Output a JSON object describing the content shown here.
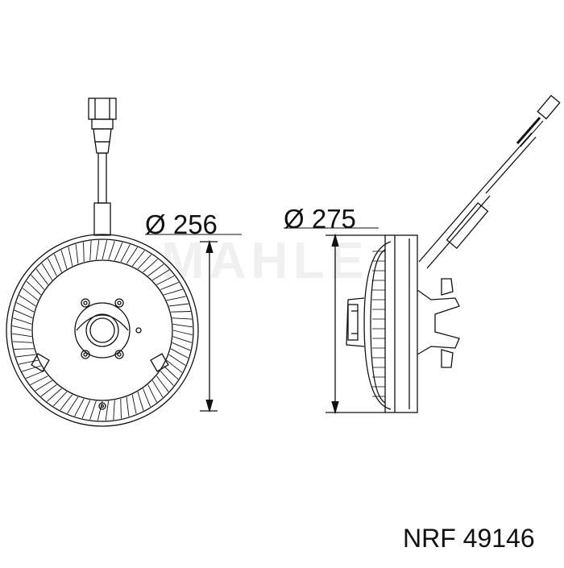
{
  "dimensions": {
    "left_diameter": "Ø 256",
    "right_diameter": "Ø 275"
  },
  "watermark": "MAHLE",
  "part_label": "NRF 49146",
  "icons": {
    "front_view": "fan-clutch-front-view-icon",
    "side_view": "fan-clutch-side-view-icon"
  },
  "colors": {
    "line": "#111111",
    "background": "#ffffff"
  }
}
